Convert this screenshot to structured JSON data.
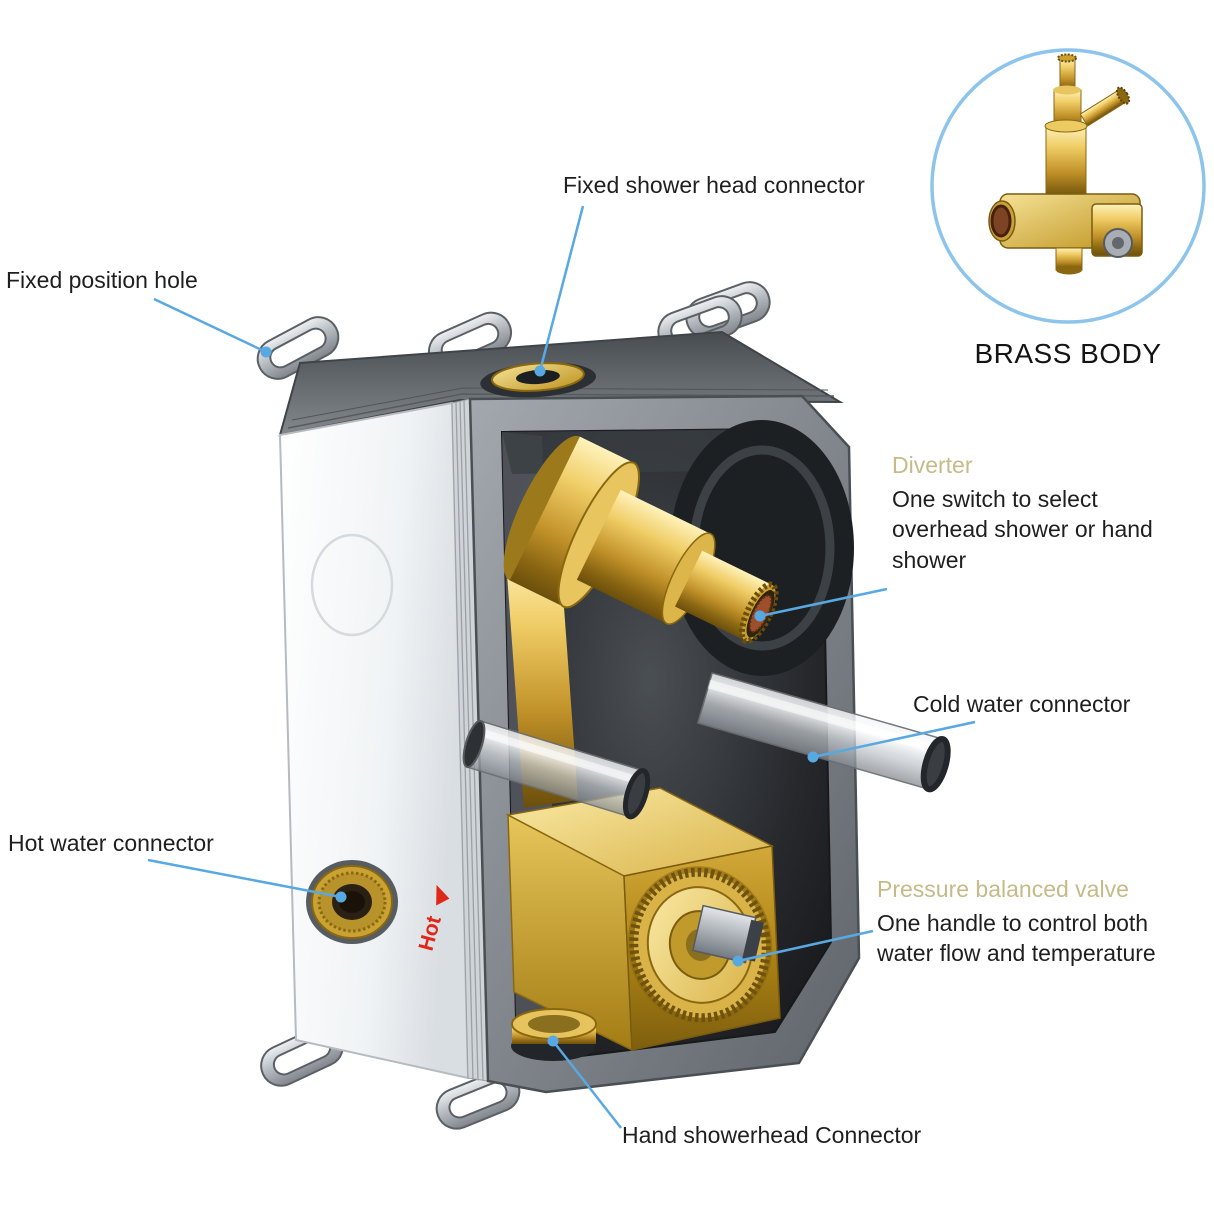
{
  "inset": {
    "caption": "BRASS BODY"
  },
  "callouts": {
    "fixed_shower_head": {
      "label": "Fixed shower head connector"
    },
    "fixed_position_hole": {
      "label": "Fixed position hole"
    },
    "diverter": {
      "title": "Diverter",
      "description": "One switch to select overhead shower or hand shower"
    },
    "cold_water": {
      "label": "Cold water connector"
    },
    "hot_water": {
      "label": "Hot water connector"
    },
    "pressure_valve": {
      "title": "Pressure balanced valve",
      "description": "One handle to control both water flow and temperature"
    },
    "hand_showerhead": {
      "label": "Hand showerhead Connector"
    }
  },
  "markings": {
    "hot_stamp": "Hot"
  },
  "colors": {
    "leader_line": "#58a8e2",
    "callout_title": "#c5ba88",
    "text": "#1f1f1f",
    "brass": "#d4a62f",
    "inset_ring": "#8cc4ec",
    "hot_stamp": "#e02818",
    "background": "#ffffff"
  }
}
